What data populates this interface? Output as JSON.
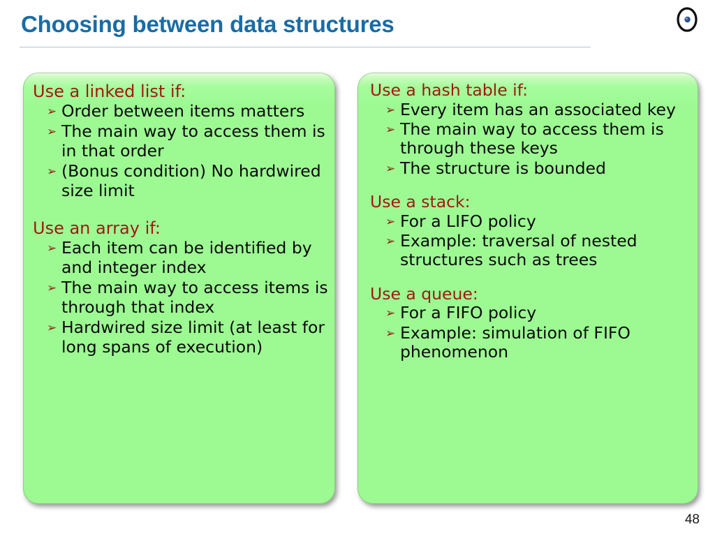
{
  "slide": {
    "title": "Choosing between data structures",
    "page_number": "48",
    "logo_icon": "cd-eye-logo-icon",
    "title_color": "#1A6CA4",
    "heading_color": "#9E1A11",
    "bullet_color": "#8C2012",
    "panel_color": "#9EFB94",
    "body_color": "#0A0A0A",
    "bullet_glyph": "➢"
  },
  "left_panel": {
    "groups": [
      {
        "heading": "Use a linked list if:",
        "bullets": [
          "Order between items matters",
          "The main way to access them is in that order",
          "(Bonus condition) No hardwired size limit"
        ]
      },
      {
        "heading": "Use an array if:",
        "bullets": [
          "Each item can be identified by and integer index",
          "The main way to access items is through that index",
          "Hardwired size limit (at least for long spans of execution)"
        ]
      }
    ]
  },
  "right_panel": {
    "groups": [
      {
        "heading": "Use a hash table if:",
        "bullets": [
          "Every item has an associated key",
          "The main way to access them is through these keys",
          "The structure is bounded"
        ]
      },
      {
        "heading": "Use a stack:",
        "bullets": [
          "For a LIFO policy",
          "Example: traversal of nested structures such as trees"
        ]
      },
      {
        "heading": "Use a queue:",
        "bullets": [
          "For a FIFO policy",
          "Example: simulation of FIFO phenomenon"
        ]
      }
    ]
  }
}
